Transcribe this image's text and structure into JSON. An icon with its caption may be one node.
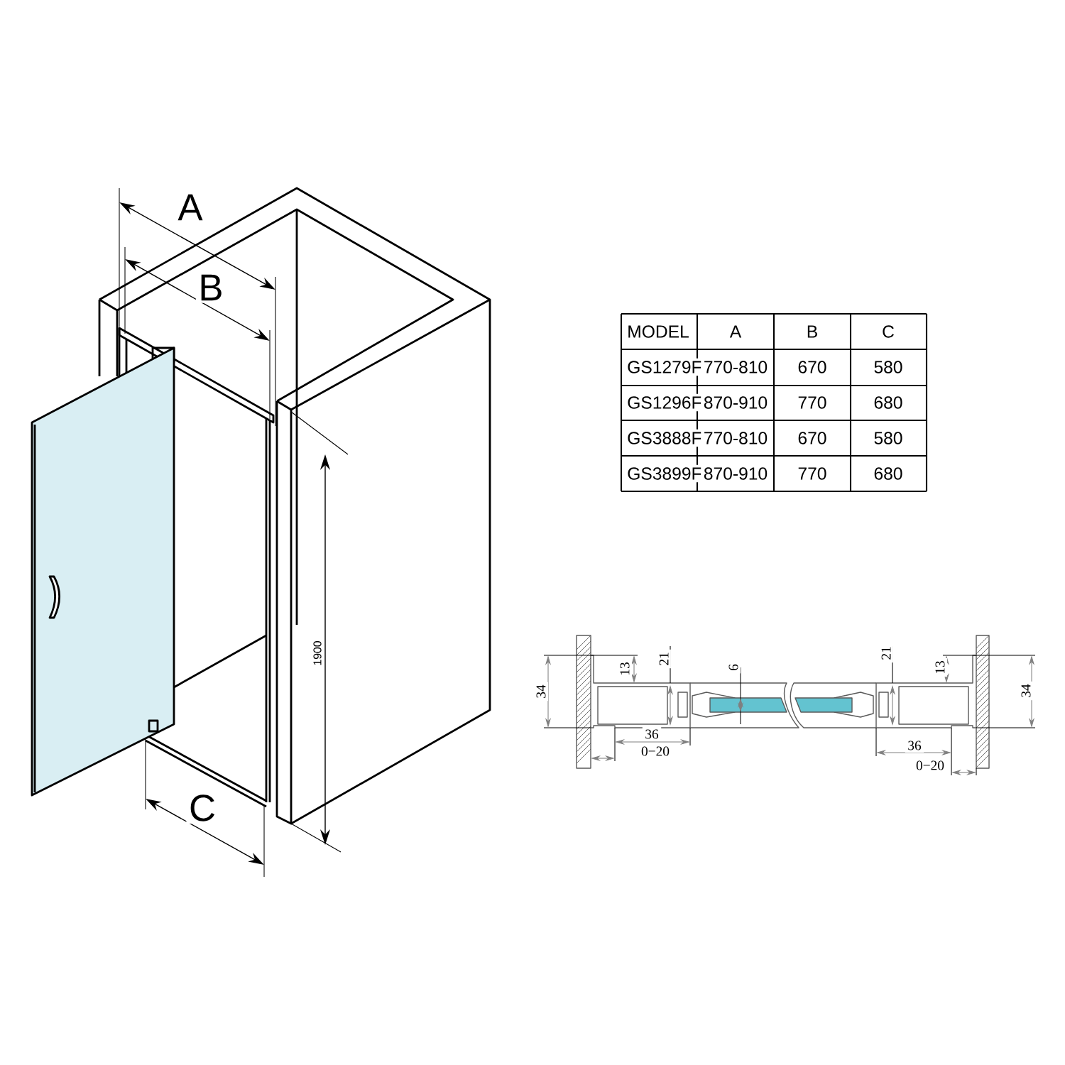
{
  "diagram": {
    "labels": [
      "A",
      "B",
      "MODEL",
      "A",
      "B",
      "C",
      "GS1279F",
      "770-810",
      "670",
      "580",
      "GS1296F",
      "870-910",
      "770",
      "680",
      "GS3888F",
      "770-810",
      "670",
      "580",
      "GS3899F",
      "870-910",
      "770",
      "680",
      "1900",
      "C",
      "13",
      "21",
      "6",
      "34",
      "36",
      "0−20",
      "21",
      "13",
      "34",
      "36",
      "0−20"
    ]
  }
}
